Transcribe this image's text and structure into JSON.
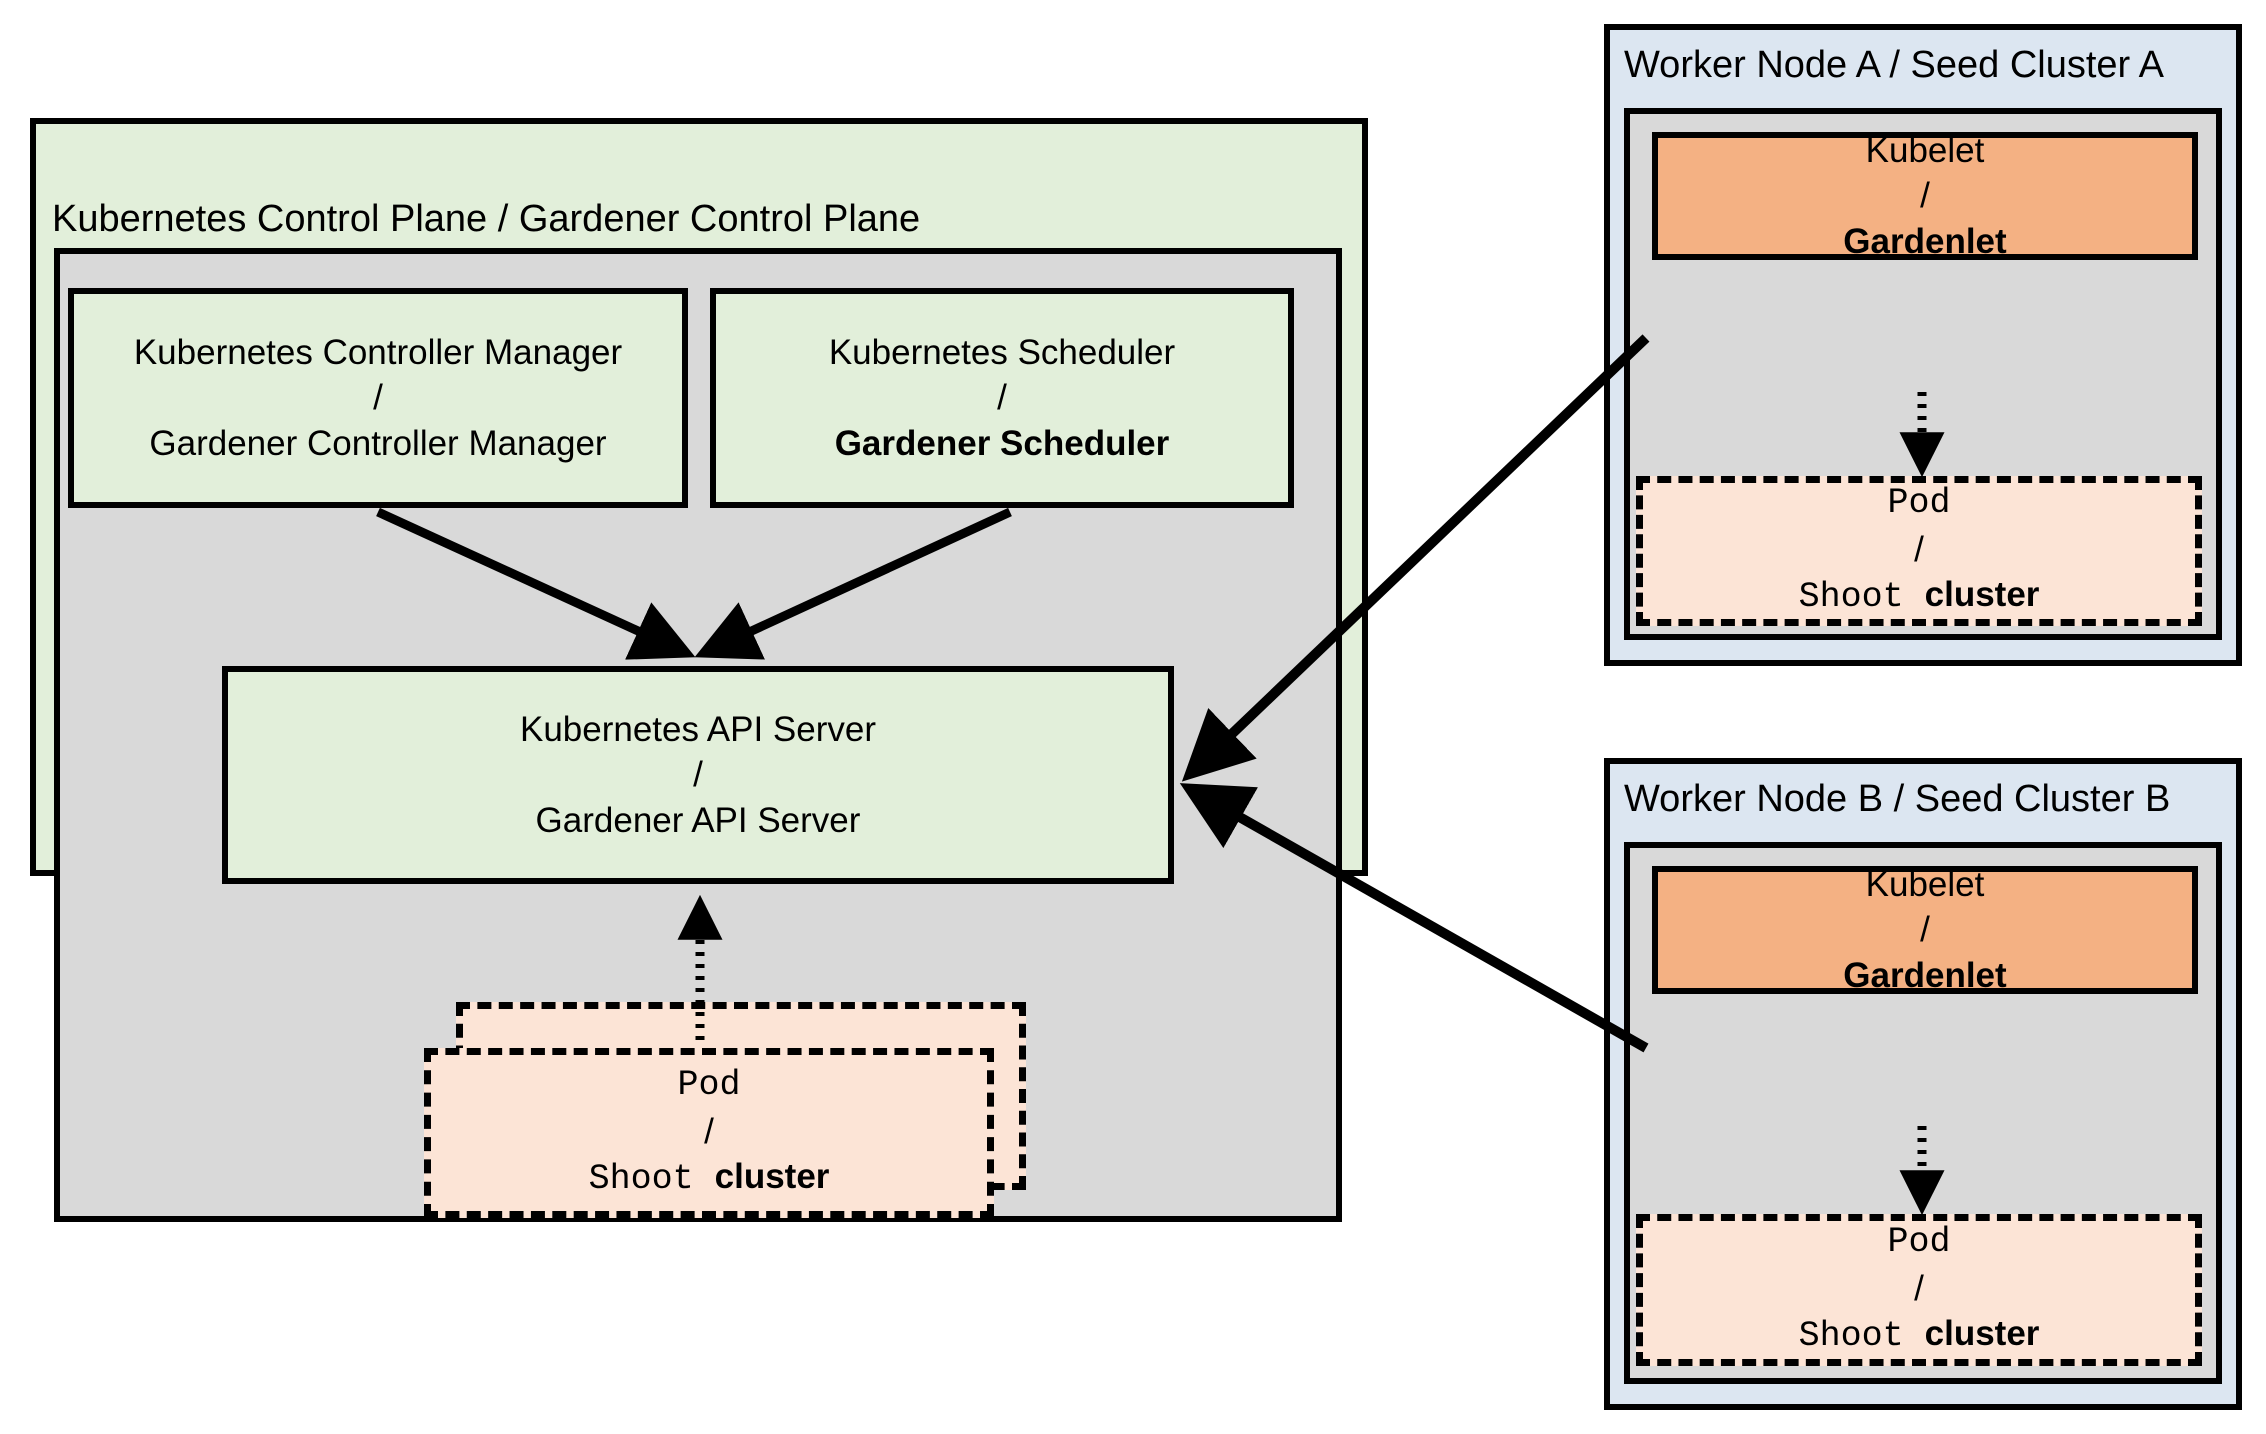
{
  "diagram": {
    "title": "Gardener architecture: Kubernetes control plane and seed clusters",
    "colors": {
      "control_plane_fill": "#e2efda",
      "inner_gray_fill": "#d9d9d9",
      "seed_panel_fill": "#dce6f1",
      "kubelet_fill": "#f4b183",
      "pod_fill": "#fce4d6",
      "stroke": "#000000"
    }
  },
  "control_plane": {
    "title": "Kubernetes Control Plane / Gardener Control Plane",
    "controller_manager": {
      "line1": "Kubernetes Controller Manager",
      "separator": "/",
      "line2": "Gardener Controller Manager"
    },
    "scheduler": {
      "line1": "Kubernetes Scheduler",
      "separator": "/",
      "line2": "Gardener Scheduler"
    },
    "api_server": {
      "line1": "Kubernetes API Server",
      "separator": "/",
      "line2": "Gardener API Server"
    },
    "pod": {
      "line1": "Pod",
      "separator": "/",
      "line2_regular": "Shoot ",
      "line2_bold": "cluster"
    }
  },
  "seeds": [
    {
      "title": "Worker Node A / Seed Cluster A",
      "kubelet": {
        "line1": "Kubelet",
        "separator": "/",
        "line2": "Gardenlet"
      },
      "pod": {
        "line1": "Pod",
        "separator": "/",
        "line2_regular": "Shoot ",
        "line2_bold": "cluster"
      }
    },
    {
      "title": "Worker Node B / Seed Cluster B",
      "kubelet": {
        "line1": "Kubelet",
        "separator": "/",
        "line2": "Gardenlet"
      },
      "pod": {
        "line1": "Pod",
        "separator": "/",
        "line2_regular": "Shoot ",
        "line2_bold": "cluster"
      }
    }
  ]
}
